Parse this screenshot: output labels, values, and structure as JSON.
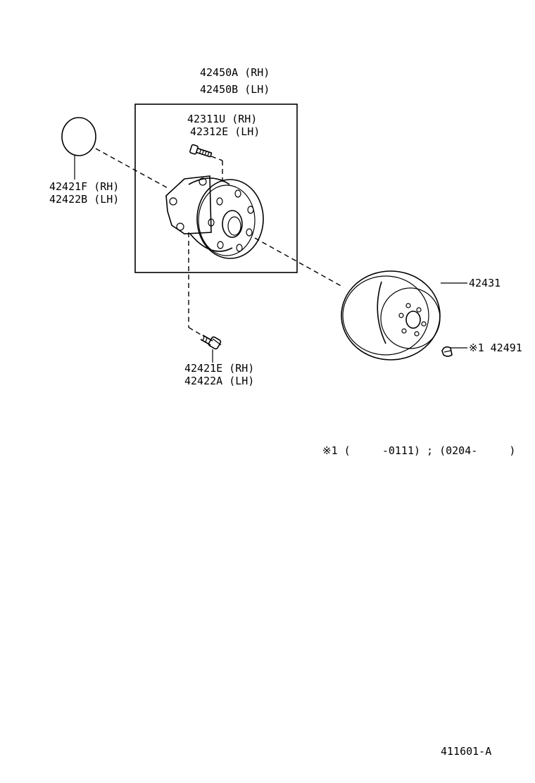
{
  "labels": {
    "hub_assy_rh": "42450A (RH)",
    "hub_assy_lh": "42450B (LH)",
    "hub_bolt_rh": "42311U (RH)",
    "hub_bolt_lh": "42312E (LH)",
    "grease_cap_rh": "42421F (RH)",
    "grease_cap_lh": "42422B (LH)",
    "mount_bolt_rh": "42421E (RH)",
    "mount_bolt_lh": "42422A (LH)",
    "disc": "42431",
    "disc_screw": "※1 42491",
    "footnote": "※1 (     -0111) ; (0204-     )",
    "figure_code": "411601-A"
  },
  "icons": {
    "grease_cap": "grease-cap-icon",
    "hub_bolt": "hub-bolt-icon",
    "hub_bearing": "hub-bearing-icon",
    "mount_bolt": "mount-bolt-icon",
    "brake_disc": "brake-disc-icon",
    "disc_screw": "disc-screw-icon"
  }
}
